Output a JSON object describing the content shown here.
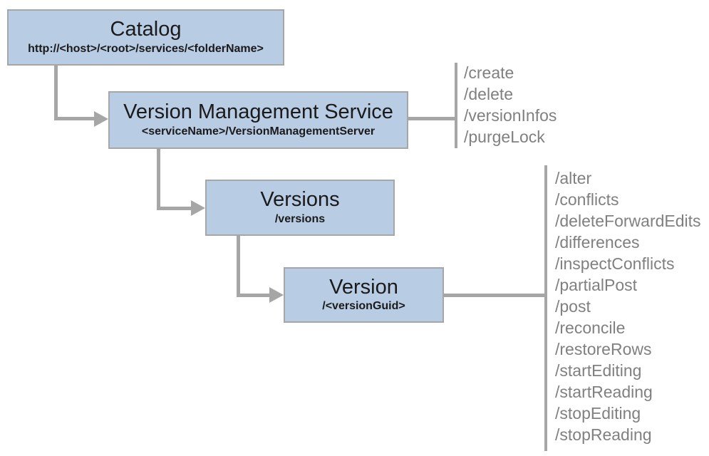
{
  "diagram": {
    "nodes": {
      "catalog": {
        "title": "Catalog",
        "subtitle": "http://<host>/<root>/services/<folderName>"
      },
      "vms": {
        "title": "Version Management Service",
        "subtitle": "<serviceName>/VersionManagementServer"
      },
      "versions": {
        "title": "Versions",
        "subtitle": "/versions"
      },
      "version": {
        "title": "Version",
        "subtitle": "/<versionGuid>"
      }
    },
    "vms_operations": [
      "/create",
      "/delete",
      "/versionInfos",
      "/purgeLock"
    ],
    "version_operations": [
      "/alter",
      "/conflicts",
      "/deleteForwardEdits",
      "/differences",
      "/inspectConflicts",
      "/partialPost",
      "/post",
      "/reconcile",
      "/restoreRows",
      "/startEditing",
      "/startReading",
      "/stopEditing",
      "/stopReading"
    ],
    "colors": {
      "node_fill": "#b8cce4",
      "node_border": "#a6a6a6",
      "connector": "#a6a6a6",
      "list_text": "#808080",
      "title_text": "#1a1a1a"
    }
  }
}
